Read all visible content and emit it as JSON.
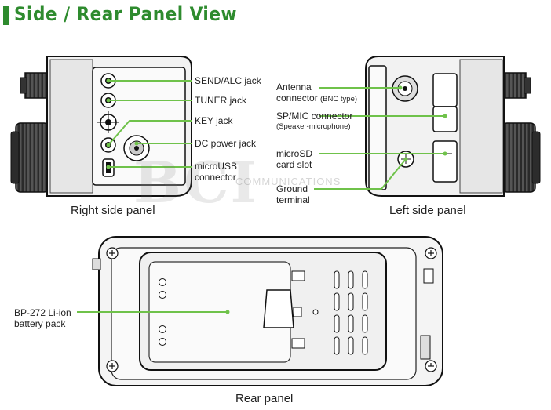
{
  "title": "Side / Rear Panel View",
  "accent_color": "#2e8b2e",
  "watermark": {
    "logo": "BCI",
    "text": "COMMUNICATIONS"
  },
  "right_panel": {
    "caption": "Right side panel",
    "labels": {
      "send_alc": "SEND/ALC jack",
      "tuner": "TUNER jack",
      "key": "KEY jack",
      "dc": "DC power jack",
      "usb_1": "microUSB",
      "usb_2": "connector"
    }
  },
  "left_panel": {
    "caption": "Left side panel",
    "labels": {
      "antenna_1": "Antenna",
      "antenna_2": "connector",
      "antenna_note": "(BNC type)",
      "spmic": "SP/MIC connector",
      "spmic_note": "(Speaker-microphone)",
      "sd_1": "microSD",
      "sd_2": "card slot",
      "ground_1": "Ground",
      "ground_2": "terminal"
    }
  },
  "rear_panel": {
    "caption": "Rear panel",
    "labels": {
      "battery_1": "BP-272 Li-ion",
      "battery_2": "battery pack"
    }
  }
}
